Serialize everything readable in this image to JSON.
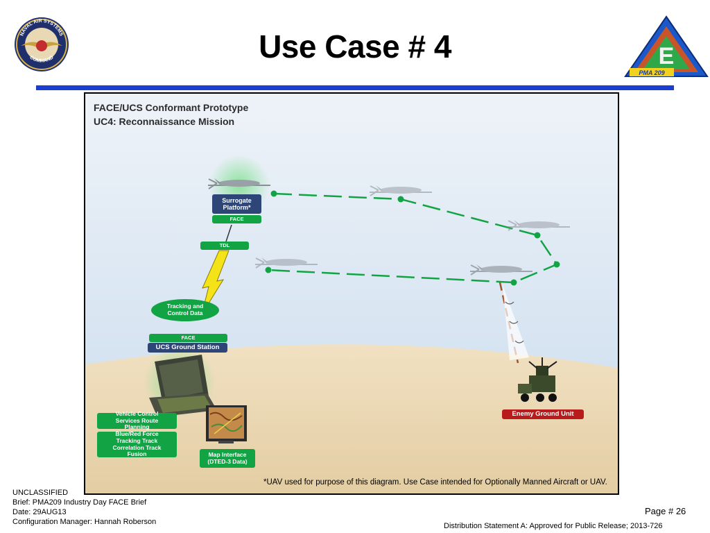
{
  "slide": {
    "title": "Use Case # 4",
    "left_seal_text": {
      "top": "NAVAL AIR SYSTEMS",
      "bottom": "COMMAND"
    },
    "right_badge_text": "PMA 209"
  },
  "diagram": {
    "title_line1": "FACE/UCS Conformant Prototype",
    "title_line2": "UC4: Reconnaissance Mission",
    "labels": {
      "surrogate_platform": "Surrogate Platform*",
      "face_top": "FACE",
      "tdl": "TDL",
      "tracking_control": "Tracking and Control Data",
      "face_ground": "FACE",
      "ucs_ground_station": "UCS Ground Station",
      "vehicle_control": "Vehicle Control Services Route Planning",
      "force_tracking": "Blue/Red Force Tracking Track Correlation Track Fusion",
      "map_interface": "Map Interface (DTED-3 Data)",
      "enemy_ground_unit": "Enemy Ground Unit"
    },
    "footnote": "*UAV used for purpose of this diagram. Use Case intended for Optionally Manned Aircraft or UAV.",
    "colors": {
      "green": "#12a444",
      "navy": "#2d4677",
      "red": "#b81b1b",
      "sky": "#dce7f2",
      "ground": "#ead7b3"
    }
  },
  "footer": {
    "classification": "UNCLASSIFIED",
    "brief": "Brief:  PMA209 Industry Day FACE Brief",
    "date": "Date: 29AUG13",
    "config_manager": "Configuration Manager:  Hannah Roberson",
    "page": "Page # 26",
    "distribution": "Distribution Statement A: Approved for Public Release; 2013-726"
  }
}
